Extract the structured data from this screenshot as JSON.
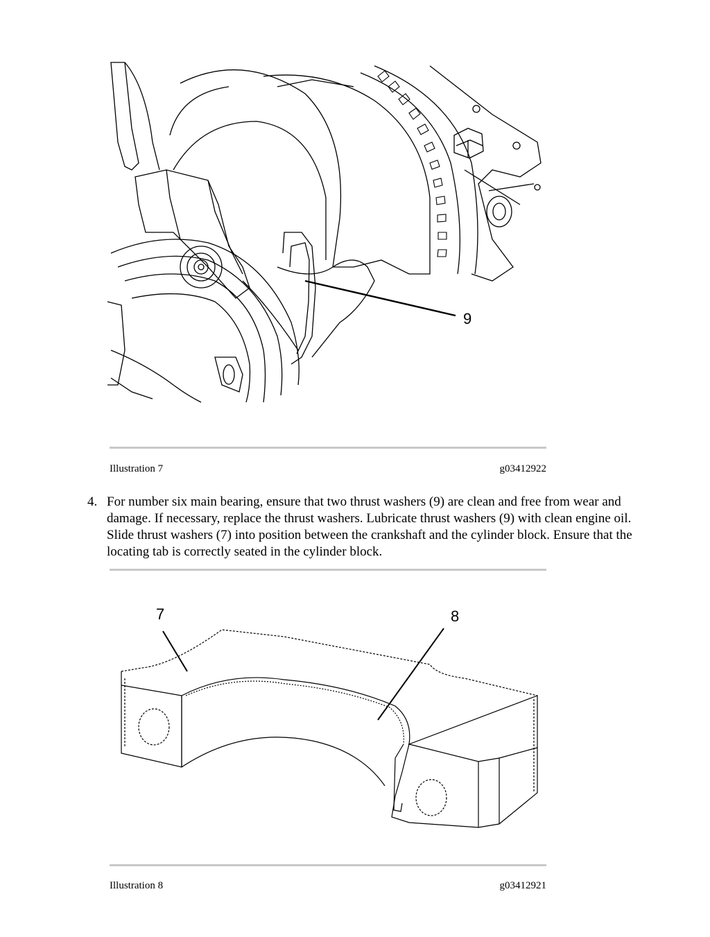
{
  "illustration7": {
    "label": "Illustration 7",
    "code": "g03412922",
    "callout": "9"
  },
  "step4": {
    "number": "4.",
    "text": "For number six main bearing, ensure that two thrust washers (9) are clean and free from wear and damage. If necessary, replace the thrust washers. Lubricate thrust washers (9) with clean engine oil. Slide thrust washers (7) into position between the crankshaft and the cylinder block. Ensure that the locating tab is correctly seated in the cylinder block."
  },
  "illustration8": {
    "label": "Illustration 8",
    "code": "g03412921",
    "callout_a": "7",
    "callout_b": "8"
  }
}
